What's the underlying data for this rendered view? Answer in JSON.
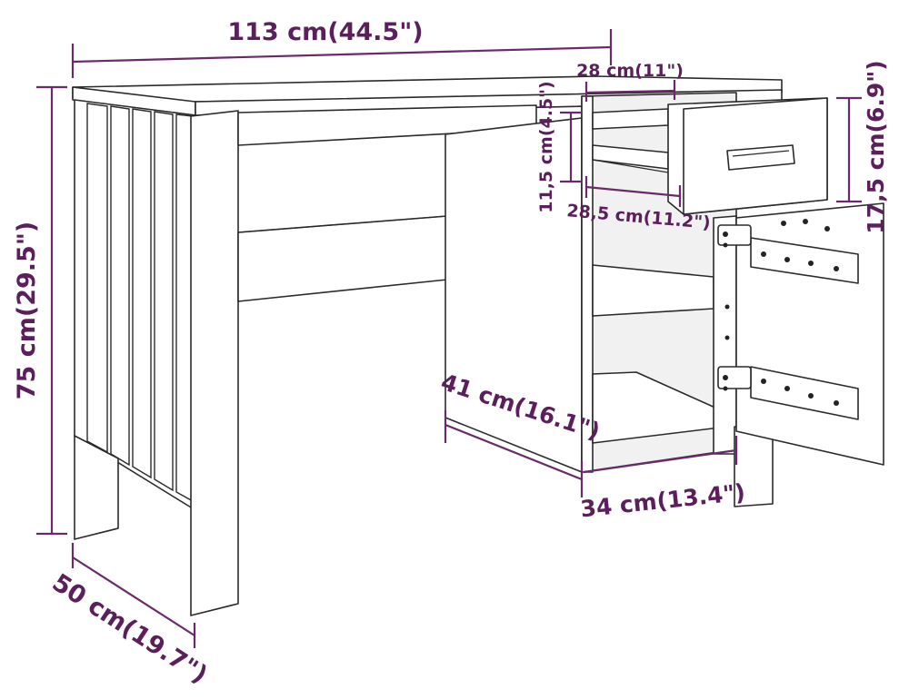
{
  "dimensions": {
    "width_total": "113 cm(44.5\")",
    "height_total": "75 cm(29.5\")",
    "depth_total": "50 cm(19.7\")",
    "drawer_width": "28 cm(11\")",
    "drawer_height": "11,5 cm(4.5\")",
    "drawer_depth": "28,5 cm(11.2\")",
    "drawer_front_height": "17,5 cm(6.9\")",
    "cabinet_depth": "41 cm(16.1\")",
    "cabinet_width": "34 cm(13.4\")"
  },
  "colors": {
    "dimension": "#5b1f5b",
    "outline": "#2a2a2a",
    "background": "#ffffff"
  }
}
